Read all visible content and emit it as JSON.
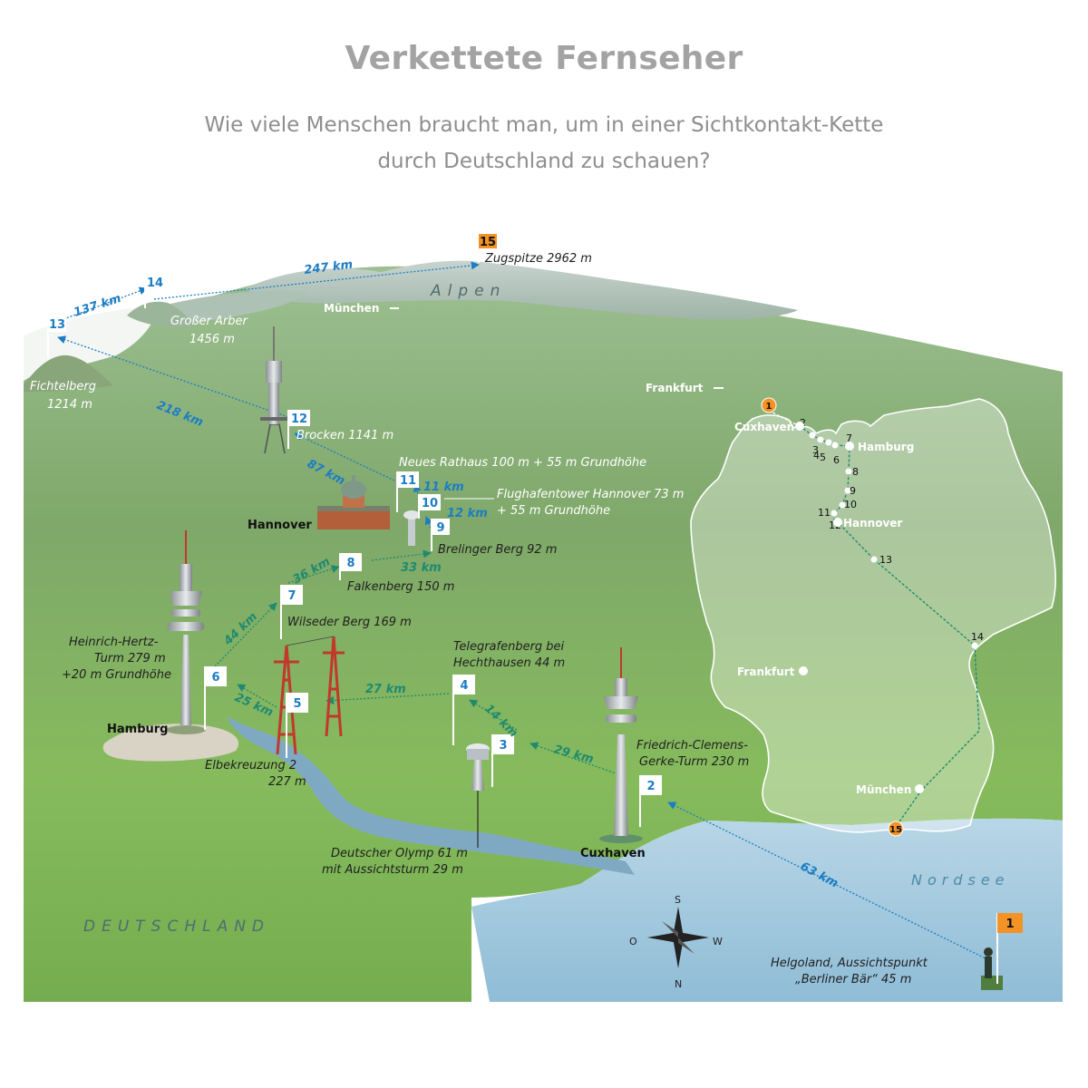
{
  "header": {
    "title": "Verkettete Fernseher",
    "subtitle_line1": "Wie viele Menschen braucht man, um in einer Sichtkontakt-Kette",
    "subtitle_line2": "durch Deutschland zu schauen?"
  },
  "colors": {
    "flag_blue": "#1b7dc4",
    "flag_orange": "#f39325",
    "distance_blue": "#1b7dc4",
    "distance_green": "#1f8a70",
    "land_green": "#7fb35a",
    "sea_blue": "#a9cde0"
  },
  "icons": {
    "flag": "flag-icon",
    "tv_tower": "tv-tower-icon",
    "pylon": "power-pylon-icon",
    "observer": "observer-figure-icon",
    "compass": "compass-rose-icon"
  },
  "places": {
    "helgoland": "Helgoland, Aussichtspunkt",
    "helgoland_2": "„Berliner Bär“ 45 m",
    "gerke_1": "Friedrich-Clemens-",
    "gerke_2": "Gerke-Turm 230 m",
    "olymp_1": "Deutscher Olymp 61 m",
    "olymp_2": "mit Aussichtsturm 29 m",
    "telegrafen_1": "Telegrafenberg bei",
    "telegrafen_2": "Hechthausen 44 m",
    "elbe_1": "Elbekreuzung 2",
    "elbe_2": "227 m",
    "hhturm_1": "Heinrich-Hertz-",
    "hhturm_2": "Turm 279 m",
    "hhturm_3": "+20 m Grundhöhe",
    "wilseder": "Wilseder Berg 169 m",
    "falkenberg": "Falkenberg 150 m",
    "brelinger": "Brelinger Berg 92 m",
    "flughafen_1": "Flughafentower Hannover 73 m",
    "flughafen_2": "+ 55 m Grundhöhe",
    "rathaus": "Neues Rathaus 100 m + 55 m Grundhöhe",
    "brocken": "Brocken 1141 m",
    "fichtelberg_1": "Fichtelberg",
    "fichtelberg_2": "1214 m",
    "arber_1": "Großer Arber",
    "arber_2": "1456 m",
    "zugspitze": "Zugspitze 2962 m"
  },
  "cities": {
    "hamburg": "Hamburg",
    "hannover": "Hannover",
    "cuxhaven": "Cuxhaven",
    "muenchen": "München",
    "frankfurt": "Frankfurt"
  },
  "regions": {
    "deutschland": "DEUTSCHLAND",
    "nordsee": "Nordsee",
    "alpen": "Alpen"
  },
  "distances": {
    "d1_2": "63 km",
    "d2_3": "29 km",
    "d3_4": "14 km",
    "d4_5": "27 km",
    "d5_6": "25 km",
    "d6_7": "44 km",
    "d7_8": "36 km",
    "d8_9": "33 km",
    "d9_10": "12 km",
    "d10_11": "11 km",
    "d11_12": "87 km",
    "d12_13": "218 km",
    "d13_14": "137 km",
    "d14_15": "247 km"
  },
  "flags": [
    "1",
    "2",
    "3",
    "4",
    "5",
    "6",
    "7",
    "8",
    "9",
    "10",
    "11",
    "12",
    "13",
    "14",
    "15"
  ],
  "inset": {
    "numbers": [
      "1",
      "2",
      "3",
      "4",
      "5",
      "6",
      "7",
      "8",
      "9",
      "10",
      "11",
      "12",
      "13",
      "14",
      "15"
    ],
    "cuxhaven": "Cuxhaven",
    "hamburg": "Hamburg",
    "hannover": "Hannover",
    "frankfurt": "Frankfurt",
    "muenchen": "München"
  },
  "compass": {
    "n": "N",
    "s": "S",
    "o": "O",
    "w": "W"
  }
}
